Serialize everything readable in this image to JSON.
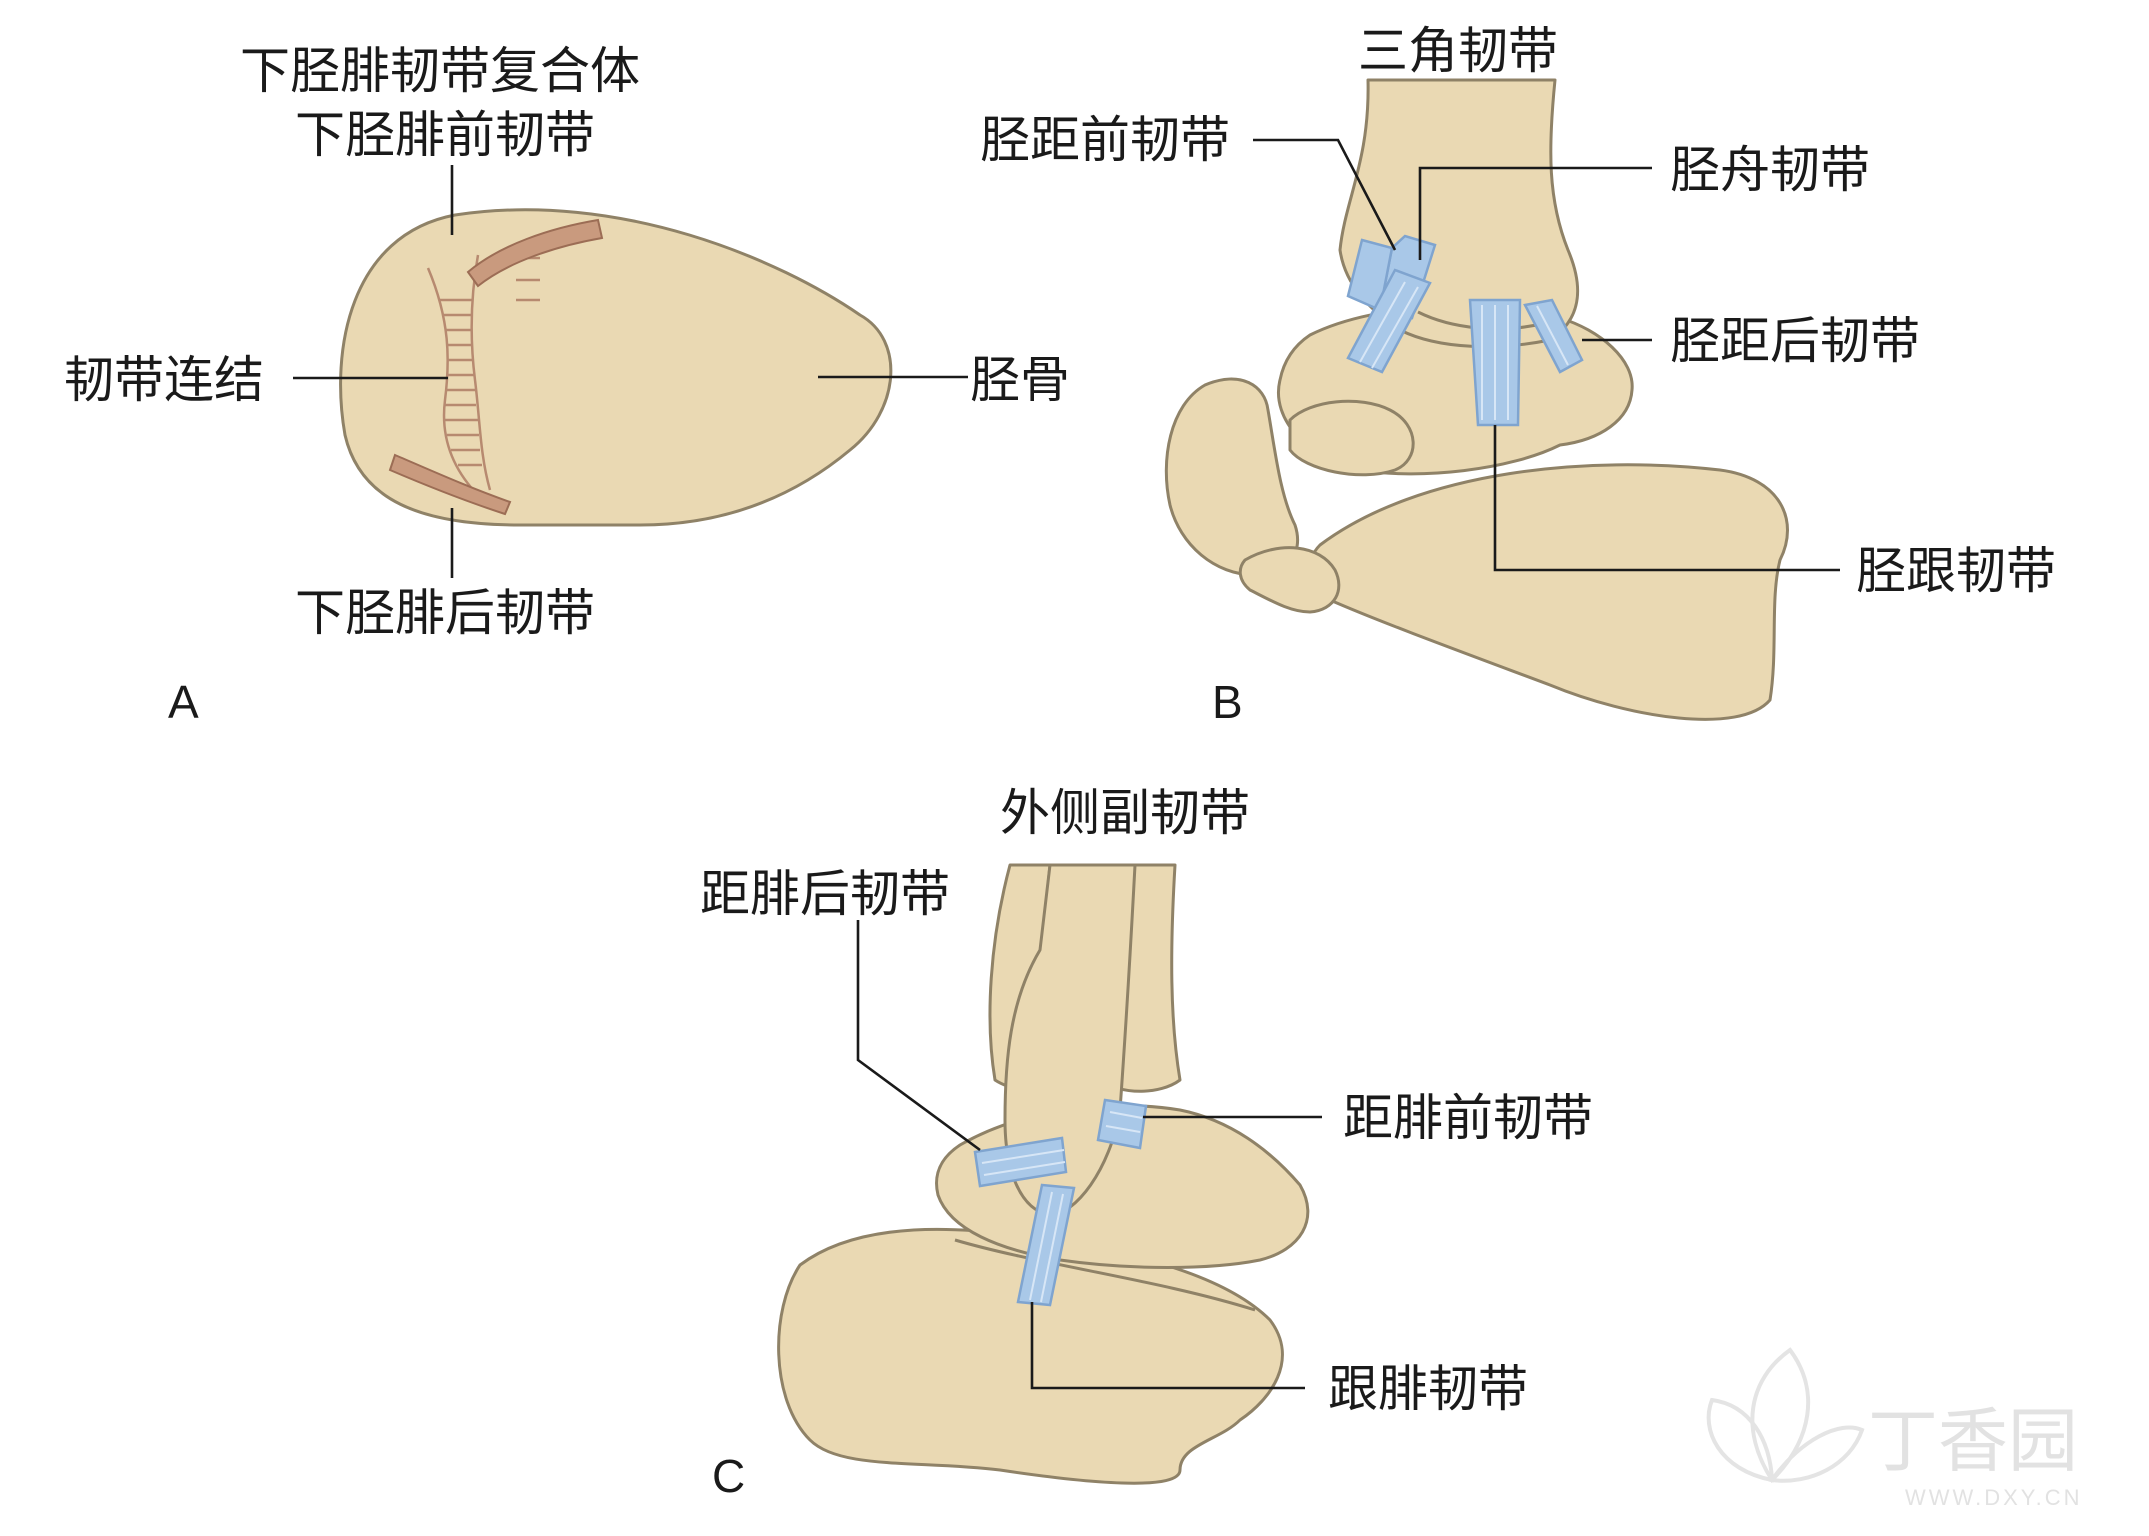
{
  "panel_a": {
    "letter": "A",
    "labels": {
      "complex": "下胫腓韧带复合体",
      "anterior": "下胫腓前韧带",
      "syndesmosis": "韧带连结",
      "tibia": "胫骨",
      "posterior": "下胫腓后韧带"
    }
  },
  "panel_b": {
    "letter": "B",
    "title": "三角韧带",
    "labels": {
      "anterior_tibiotalar": "胫距前韧带",
      "tibionavicular": "胫舟韧带",
      "posterior_tibiotalar": "胫距后韧带",
      "tibiocalcaneal": "胫跟韧带"
    }
  },
  "panel_c": {
    "letter": "C",
    "title": "外侧副韧带",
    "labels": {
      "posterior_talofibular": "距腓后韧带",
      "anterior_talofibular": "距腓前韧带",
      "calcaneofibular": "跟腓韧带"
    }
  },
  "watermark": {
    "text": "丁香园",
    "sub": "WWW.DXY.CN"
  },
  "colors": {
    "bone": "#ead9b3",
    "ligament_blue": "#a9c8e8",
    "ligament_tan": "#c99a7e"
  }
}
